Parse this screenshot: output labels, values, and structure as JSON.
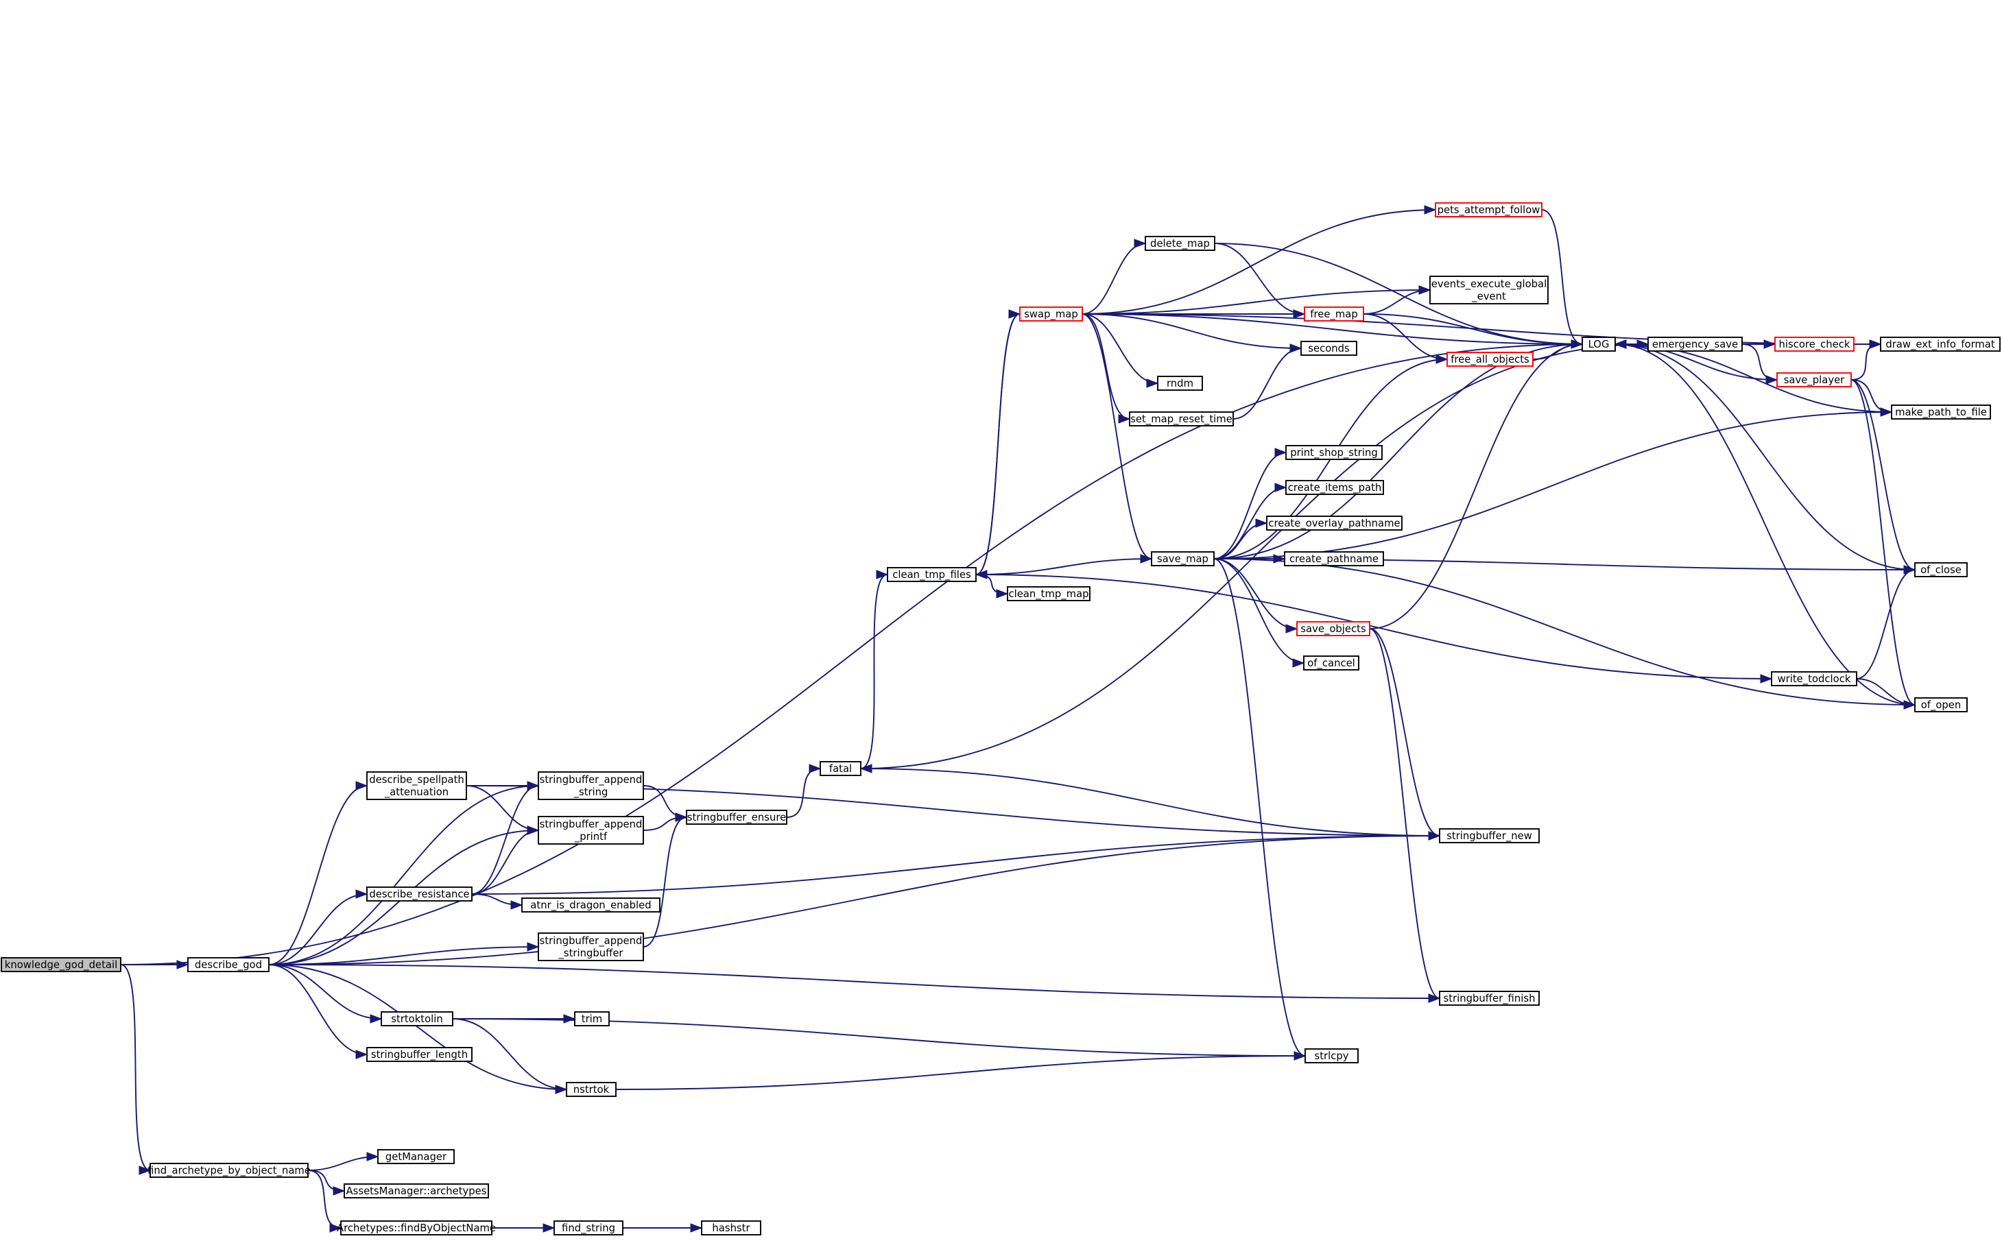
{
  "colors": {
    "edge": "#191970",
    "border": "#000000",
    "truncated_border": "#ff0000",
    "root_fill": "#bfbfbf"
  },
  "nodes": {
    "knowledge_god_detail": {
      "lines": [
        "knowledge_god_detail"
      ],
      "root": true
    },
    "describe_god": {
      "lines": [
        "describe_god"
      ]
    },
    "find_archetype_by_object_name": {
      "lines": [
        "find_archetype_by_object_name"
      ]
    },
    "getManager": {
      "lines": [
        "getManager"
      ]
    },
    "AssetsManager_archetypes": {
      "lines": [
        "AssetsManager::archetypes"
      ]
    },
    "Archetypes_findByObjectName": {
      "lines": [
        "Archetypes::findByObjectName"
      ]
    },
    "find_string": {
      "lines": [
        "find_string"
      ]
    },
    "hashstr": {
      "lines": [
        "hashstr"
      ]
    },
    "describe_spellpath_attenuation": {
      "lines": [
        "describe_spellpath",
        "_attenuation"
      ]
    },
    "describe_resistance": {
      "lines": [
        "describe_resistance"
      ]
    },
    "strtoktolin": {
      "lines": [
        "strtoktolin"
      ]
    },
    "stringbuffer_length": {
      "lines": [
        "stringbuffer_length"
      ]
    },
    "stringbuffer_append_string": {
      "lines": [
        "stringbuffer_append",
        "_string"
      ]
    },
    "stringbuffer_append_printf": {
      "lines": [
        "stringbuffer_append",
        "_printf"
      ]
    },
    "atnr_is_dragon_enabled": {
      "lines": [
        "atnr_is_dragon_enabled"
      ]
    },
    "stringbuffer_append_stringbuffer": {
      "lines": [
        "stringbuffer_append",
        "_stringbuffer"
      ]
    },
    "trim": {
      "lines": [
        "trim"
      ]
    },
    "nstrtok": {
      "lines": [
        "nstrtok"
      ]
    },
    "stringbuffer_ensure": {
      "lines": [
        "stringbuffer_ensure"
      ]
    },
    "fatal": {
      "lines": [
        "fatal"
      ]
    },
    "clean_tmp_files": {
      "lines": [
        "clean_tmp_files"
      ]
    },
    "clean_tmp_map": {
      "lines": [
        "clean_tmp_map"
      ]
    },
    "swap_map": {
      "lines": [
        "swap_map"
      ],
      "truncated": true
    },
    "save_map": {
      "lines": [
        "save_map"
      ]
    },
    "delete_map": {
      "lines": [
        "delete_map"
      ]
    },
    "rndm": {
      "lines": [
        "rndm"
      ]
    },
    "set_map_reset_time": {
      "lines": [
        "set_map_reset_time"
      ]
    },
    "pets_attempt_follow": {
      "lines": [
        "pets_attempt_follow"
      ],
      "truncated": true
    },
    "events_execute_global_event": {
      "lines": [
        "events_execute_global",
        "_event"
      ]
    },
    "free_map": {
      "lines": [
        "free_map"
      ],
      "truncated": true
    },
    "seconds": {
      "lines": [
        "seconds"
      ]
    },
    "free_all_objects": {
      "lines": [
        "free_all_objects"
      ],
      "truncated": true
    },
    "print_shop_string": {
      "lines": [
        "print_shop_string"
      ]
    },
    "create_items_path": {
      "lines": [
        "create_items_path"
      ]
    },
    "create_overlay_pathname": {
      "lines": [
        "create_overlay_pathname"
      ]
    },
    "create_pathname": {
      "lines": [
        "create_pathname"
      ]
    },
    "save_objects": {
      "lines": [
        "save_objects"
      ],
      "truncated": true
    },
    "of_cancel": {
      "lines": [
        "of_cancel"
      ]
    },
    "strlcpy": {
      "lines": [
        "strlcpy"
      ]
    },
    "stringbuffer_new": {
      "lines": [
        "stringbuffer_new"
      ]
    },
    "stringbuffer_finish": {
      "lines": [
        "stringbuffer_finish"
      ]
    },
    "LOG": {
      "lines": [
        "LOG"
      ]
    },
    "emergency_save": {
      "lines": [
        "emergency_save"
      ]
    },
    "hiscore_check": {
      "lines": [
        "hiscore_check"
      ],
      "truncated": true
    },
    "save_player": {
      "lines": [
        "save_player"
      ],
      "truncated": true
    },
    "draw_ext_info_format": {
      "lines": [
        "draw_ext_info_format"
      ]
    },
    "make_path_to_file": {
      "lines": [
        "make_path_to_file"
      ]
    },
    "of_close": {
      "lines": [
        "of_close"
      ]
    },
    "write_todclock": {
      "lines": [
        "write_todclock"
      ]
    },
    "of_open": {
      "lines": [
        "of_open"
      ]
    }
  },
  "edges": [
    [
      "knowledge_god_detail",
      "describe_god"
    ],
    [
      "knowledge_god_detail",
      "find_archetype_by_object_name"
    ],
    [
      "knowledge_god_detail",
      "LOG"
    ],
    [
      "describe_god",
      "describe_spellpath_attenuation"
    ],
    [
      "describe_god",
      "stringbuffer_append_string"
    ],
    [
      "describe_god",
      "stringbuffer_append_printf"
    ],
    [
      "describe_god",
      "describe_resistance"
    ],
    [
      "describe_god",
      "stringbuffer_append_stringbuffer"
    ],
    [
      "describe_god",
      "stringbuffer_new"
    ],
    [
      "describe_god",
      "strtoktolin"
    ],
    [
      "describe_god",
      "stringbuffer_length"
    ],
    [
      "describe_god",
      "nstrtok"
    ],
    [
      "describe_god",
      "stringbuffer_finish"
    ],
    [
      "find_archetype_by_object_name",
      "getManager"
    ],
    [
      "find_archetype_by_object_name",
      "AssetsManager_archetypes"
    ],
    [
      "find_archetype_by_object_name",
      "Archetypes_findByObjectName"
    ],
    [
      "Archetypes_findByObjectName",
      "find_string"
    ],
    [
      "find_string",
      "hashstr"
    ],
    [
      "describe_spellpath_attenuation",
      "stringbuffer_append_string"
    ],
    [
      "describe_spellpath_attenuation",
      "stringbuffer_append_printf"
    ],
    [
      "describe_spellpath_attenuation",
      "stringbuffer_new"
    ],
    [
      "describe_resistance",
      "stringbuffer_append_string"
    ],
    [
      "describe_resistance",
      "stringbuffer_append_printf"
    ],
    [
      "describe_resistance",
      "atnr_is_dragon_enabled"
    ],
    [
      "describe_resistance",
      "stringbuffer_new"
    ],
    [
      "stringbuffer_append_string",
      "stringbuffer_ensure"
    ],
    [
      "stringbuffer_append_printf",
      "stringbuffer_ensure"
    ],
    [
      "stringbuffer_append_stringbuffer",
      "stringbuffer_ensure"
    ],
    [
      "strtoktolin",
      "trim"
    ],
    [
      "strtoktolin",
      "strlcpy"
    ],
    [
      "strtoktolin",
      "nstrtok"
    ],
    [
      "nstrtok",
      "strlcpy"
    ],
    [
      "stringbuffer_ensure",
      "fatal"
    ],
    [
      "fatal",
      "clean_tmp_files"
    ],
    [
      "fatal",
      "emergency_save"
    ],
    [
      "clean_tmp_files",
      "clean_tmp_map"
    ],
    [
      "clean_tmp_files",
      "swap_map"
    ],
    [
      "clean_tmp_files",
      "save_map"
    ],
    [
      "clean_tmp_files",
      "write_todclock"
    ],
    [
      "swap_map",
      "LOG"
    ],
    [
      "swap_map",
      "pets_attempt_follow"
    ],
    [
      "swap_map",
      "delete_map"
    ],
    [
      "swap_map",
      "events_execute_global_event"
    ],
    [
      "swap_map",
      "free_map"
    ],
    [
      "swap_map",
      "seconds"
    ],
    [
      "swap_map",
      "rndm"
    ],
    [
      "swap_map",
      "set_map_reset_time"
    ],
    [
      "swap_map",
      "save_map"
    ],
    [
      "swap_map",
      "clean_tmp_files"
    ],
    [
      "swap_map",
      "draw_ext_info_format"
    ],
    [
      "delete_map",
      "LOG"
    ],
    [
      "delete_map",
      "free_map"
    ],
    [
      "set_map_reset_time",
      "seconds"
    ],
    [
      "pets_attempt_follow",
      "LOG"
    ],
    [
      "free_map",
      "events_execute_global_event"
    ],
    [
      "free_map",
      "LOG"
    ],
    [
      "free_map",
      "free_all_objects"
    ],
    [
      "free_all_objects",
      "LOG"
    ],
    [
      "save_map",
      "LOG"
    ],
    [
      "save_map",
      "free_all_objects"
    ],
    [
      "save_map",
      "print_shop_string"
    ],
    [
      "save_map",
      "create_items_path"
    ],
    [
      "save_map",
      "create_overlay_pathname"
    ],
    [
      "save_map",
      "create_pathname"
    ],
    [
      "save_map",
      "save_objects"
    ],
    [
      "save_map",
      "of_cancel"
    ],
    [
      "save_map",
      "strlcpy"
    ],
    [
      "save_map",
      "make_path_to_file"
    ],
    [
      "save_map",
      "of_close"
    ],
    [
      "save_map",
      "of_open"
    ],
    [
      "save_objects",
      "LOG"
    ],
    [
      "save_objects",
      "stringbuffer_new"
    ],
    [
      "save_objects",
      "stringbuffer_finish"
    ],
    [
      "stringbuffer_new",
      "fatal"
    ],
    [
      "emergency_save",
      "LOG"
    ],
    [
      "emergency_save",
      "hiscore_check"
    ],
    [
      "emergency_save",
      "save_player"
    ],
    [
      "hiscore_check",
      "LOG"
    ],
    [
      "hiscore_check",
      "draw_ext_info_format"
    ],
    [
      "save_player",
      "LOG"
    ],
    [
      "save_player",
      "draw_ext_info_format"
    ],
    [
      "save_player",
      "make_path_to_file"
    ],
    [
      "save_player",
      "of_close"
    ],
    [
      "save_player",
      "of_open"
    ],
    [
      "make_path_to_file",
      "LOG"
    ],
    [
      "of_close",
      "LOG"
    ],
    [
      "of_open",
      "LOG"
    ],
    [
      "write_todclock",
      "of_close"
    ],
    [
      "write_todclock",
      "of_open"
    ]
  ]
}
